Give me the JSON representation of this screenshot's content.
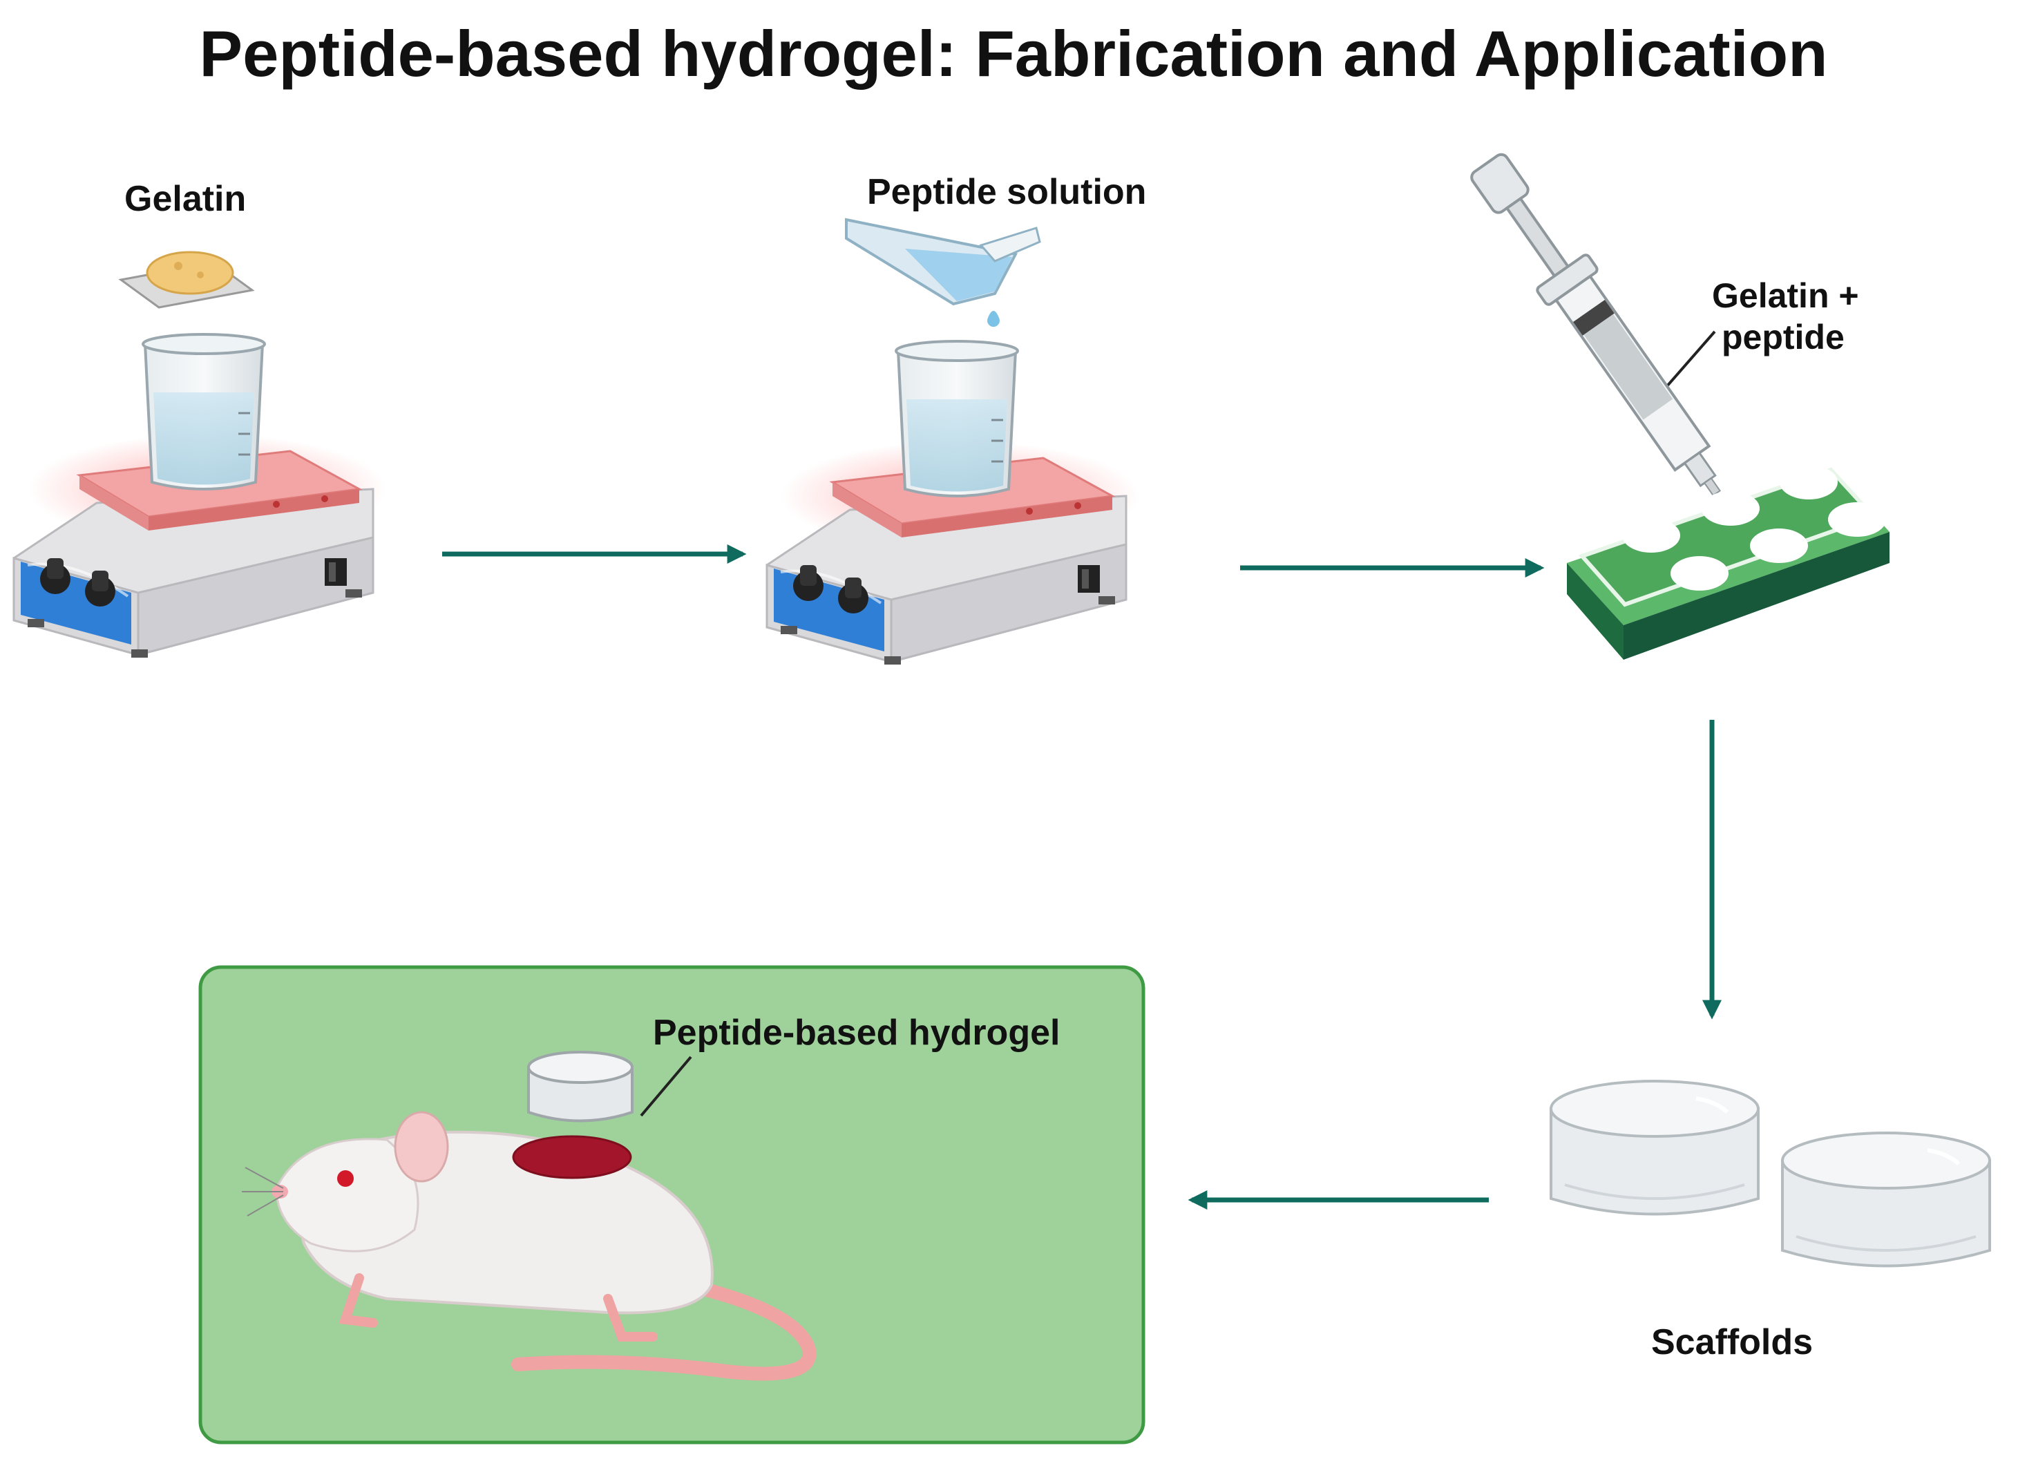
{
  "title": "Peptide-based hydrogel: Fabrication and Application",
  "labels": {
    "gelatin": "Gelatin",
    "peptide_solution": "Peptide solution",
    "gelatin_peptide_line1": "Gelatin +",
    "gelatin_peptide_line2": "peptide",
    "scaffolds": "Scaffolds",
    "hydrogel": "Peptide-based hydrogel"
  },
  "colors": {
    "arrow": "#0e6b5e",
    "panel_fill": "#9fd29a",
    "panel_border": "#3f9a44",
    "plate_top": "#5cb86a",
    "plate_base": "#1d6b3e",
    "stirrer_body": "#e4e4e6",
    "stirrer_panel": "#2f7fd6",
    "hotplate": "#f3a4a4",
    "wound": "#a3152a"
  },
  "icons": [
    "gelatin-powder-icon",
    "beaker-icon",
    "hot-plate-stirrer-icon",
    "falcon-tube-icon",
    "syringe-icon",
    "well-plate-icon",
    "scaffold-icon",
    "mouse-icon"
  ]
}
